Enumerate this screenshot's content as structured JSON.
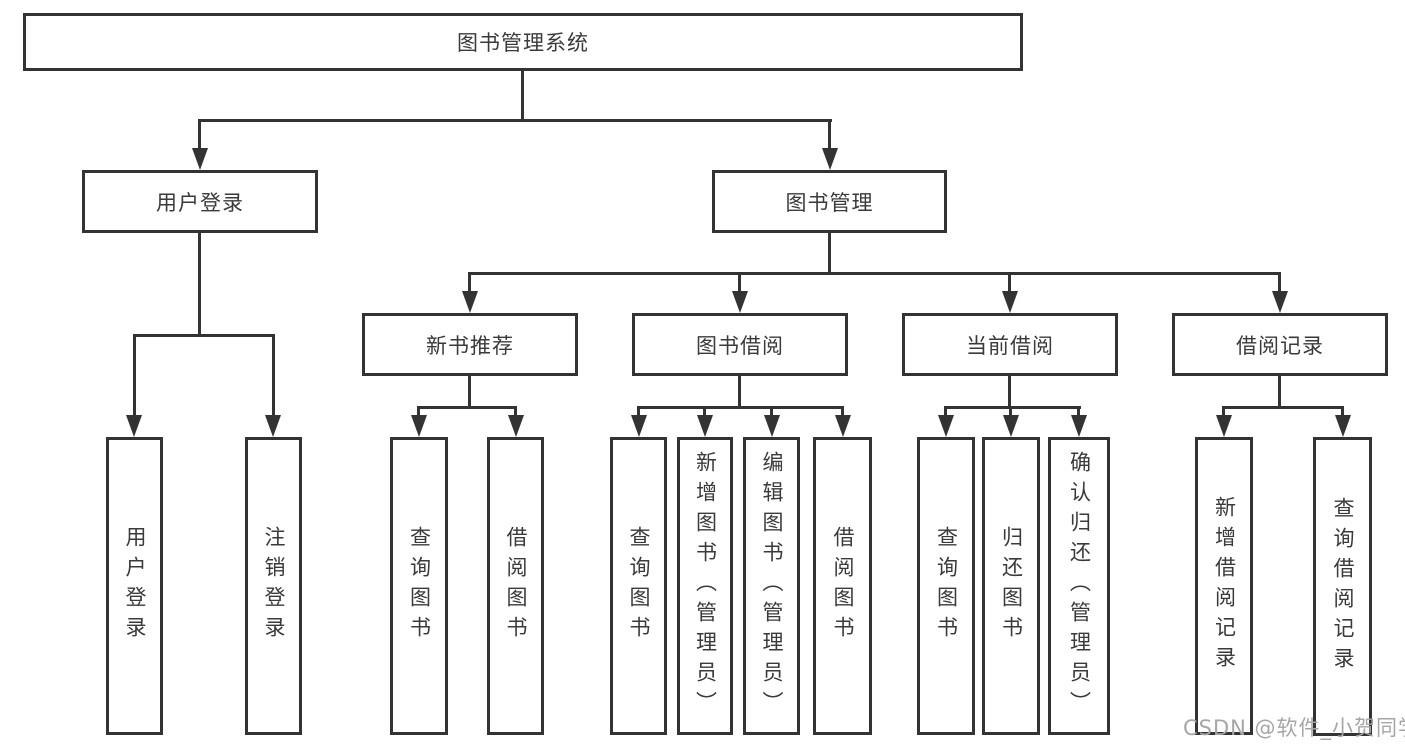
{
  "diagram": {
    "title": "图书管理系统",
    "root": {
      "label": "图书管理系统"
    },
    "branches": [
      {
        "label": "用户登录",
        "children": [
          {
            "label": "用户登录"
          },
          {
            "label": "注销登录"
          }
        ]
      },
      {
        "label": "图书管理",
        "children": [
          {
            "label": "新书推荐",
            "children": [
              {
                "label": "查询图书"
              },
              {
                "label": "借阅图书"
              }
            ]
          },
          {
            "label": "图书借阅",
            "children": [
              {
                "label": "查询图书"
              },
              {
                "label": "新增图书（管理员）"
              },
              {
                "label": "编辑图书（管理员）"
              },
              {
                "label": "借阅图书"
              }
            ]
          },
          {
            "label": "当前借阅",
            "children": [
              {
                "label": "查询图书"
              },
              {
                "label": "归还图书"
              },
              {
                "label": "确认归还（管理员）"
              }
            ]
          },
          {
            "label": "借阅记录",
            "children": [
              {
                "label": "新增借阅记录"
              },
              {
                "label": "查询借阅记录"
              }
            ]
          }
        ]
      }
    ]
  },
  "watermark": {
    "text": "CSDN @软件_小贺同学"
  },
  "colors": {
    "line": "#333333",
    "border": "#333333",
    "text": "#3a3a3a",
    "watermark": "#a6a6a6",
    "background": "#ffffff"
  }
}
